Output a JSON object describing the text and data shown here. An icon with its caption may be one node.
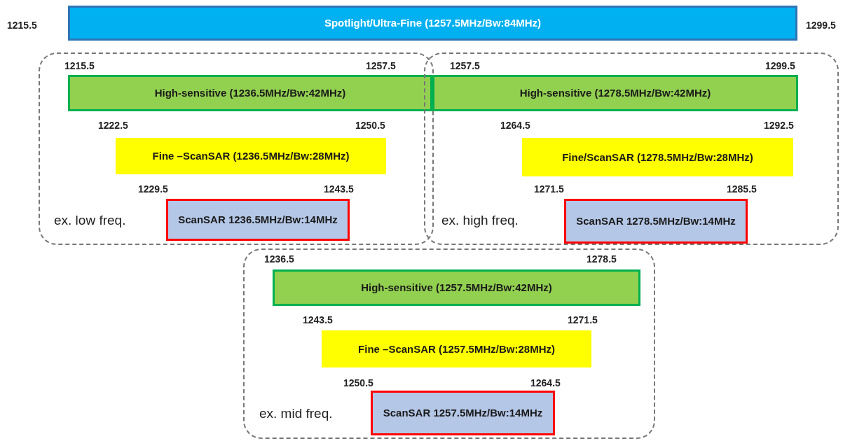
{
  "diagram": {
    "nodes": [
      {
        "text": [
          "Spotlight/Ultra-Fine (1257.5MHz/Bw:84MHz)"
        ],
        "beside": [
          "1215.5",
          "1299.5"
        ]
      },
      {
        "text": [
          "ex. low freq."
        ]
      },
      {
        "text": [
          "High-sensitive (1236.5MHz/Bw:42MHz)"
        ],
        "in": 1,
        "beside": [
          "1215.5",
          "1257.5"
        ]
      },
      {
        "text": [
          "Fine –ScanSAR (1236.5MHz/Bw:28MHz)"
        ],
        "in": 1,
        "beside": [
          "1222.5",
          "1250.5"
        ]
      },
      {
        "text": [
          "ScanSAR 1236.5MHz/Bw:14MHz"
        ],
        "in": 1,
        "beside": [
          "1229.5",
          "1243.5"
        ]
      },
      {
        "text": [
          "ex. high freq."
        ]
      },
      {
        "text": [
          "High-sensitive (1278.5MHz/Bw:42MHz)"
        ],
        "in": 5,
        "beside": [
          "1257.5",
          "1299.5"
        ]
      },
      {
        "text": [
          "Fine/ScanSAR (1278.5MHz/Bw:28MHz)"
        ],
        "in": 5,
        "beside": [
          "1264.5",
          "1292.5"
        ]
      },
      {
        "text": [
          "ScanSAR 1278.5MHz/Bw:14MHz"
        ],
        "in": 5,
        "beside": [
          "1271.5",
          "1285.5"
        ]
      },
      {
        "text": [
          "ex. mid freq."
        ]
      },
      {
        "text": [
          "High-sensitive (1257.5MHz/Bw:42MHz)"
        ],
        "in": 9,
        "beside": [
          "1236.5",
          "1278.5"
        ]
      },
      {
        "text": [
          "Fine –ScanSAR (1257.5MHz/Bw:28MHz)"
        ],
        "in": 9,
        "beside": [
          "1243.5",
          "1271.5"
        ]
      },
      {
        "text": [
          "ScanSAR 1257.5MHz/Bw:14MHz"
        ],
        "in": 9,
        "beside": [
          "1250.5",
          "1264.5"
        ]
      }
    ]
  }
}
